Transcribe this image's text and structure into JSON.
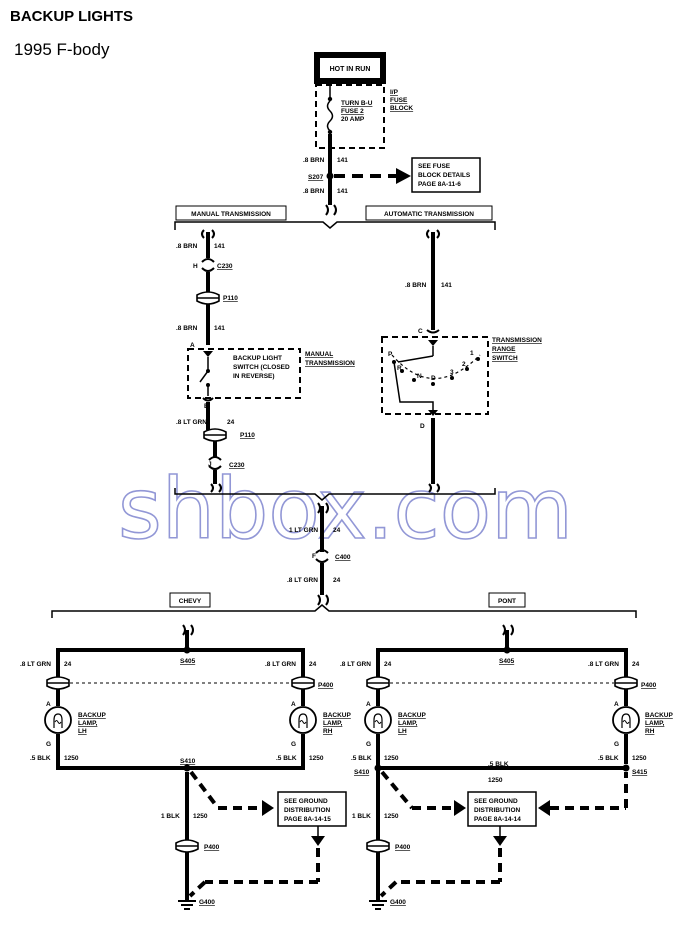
{
  "header": {
    "title": "BACKUP LIGHTS",
    "subtitle": "1995 F-body"
  },
  "watermark": "shbox.com",
  "labels": {
    "hot_in_run": "HOT IN RUN",
    "fuse_block": [
      "I/P",
      "FUSE",
      "BLOCK"
    ],
    "fuse": [
      "TURN B-U",
      "FUSE 2",
      "20 AMP"
    ],
    "wire_8brn": ".8 BRN",
    "circuit_141": "141",
    "s207": "S207",
    "see_fuse": [
      "SEE FUSE",
      "BLOCK DETAILS",
      "PAGE 8A-11-6"
    ],
    "manual_transmission": "MANUAL TRANSMISSION",
    "automatic_transmission": "AUTOMATIC TRANSMISSION",
    "pin_h": "H",
    "c230": "C230",
    "p110": "P110",
    "pin_a": "A",
    "backup_switch": [
      "BACKUP LIGHT",
      "SWITCH (CLOSED",
      "IN REVERSE)"
    ],
    "manual_trans2": [
      "MANUAL",
      "TRANSMISSION"
    ],
    "pin_b": "B",
    "wire_8ltgrn": ".8 LT GRN",
    "circuit_24": "24",
    "pin_j": "J",
    "pin_c": "C",
    "trans_range": [
      "TRANSMISSION",
      "RANGE",
      "SWITCH"
    ],
    "range_p": "P",
    "range_r": "R",
    "range_n": "N",
    "range_d": "D",
    "range_3": "3",
    "range_2": "2",
    "range_1": "1",
    "pin_d": "D",
    "wire_1ltgrn": "1 LT GRN",
    "pin_f": "F",
    "c400": "C400",
    "chevy": "CHEVY",
    "pont": "PONT",
    "s405": "S405",
    "p400": "P400",
    "backup_lamp_lh": [
      "BACKUP",
      "LAMP,",
      "LH"
    ],
    "backup_lamp_rh": [
      "BACKUP",
      "LAMP,",
      "RH"
    ],
    "pin_g": "G",
    "wire_5blk": ".5 BLK",
    "circuit_1250": "1250",
    "s410": "S410",
    "s415": "S415",
    "wire_1blk": "1 BLK",
    "see_ground_chevy": [
      "SEE GROUND",
      "DISTRIBUTION",
      "PAGE 8A-14-15"
    ],
    "see_ground_pont": [
      "SEE GROUND",
      "DISTRIBUTION",
      "PAGE 8A-14-14"
    ],
    "g400": "G400"
  }
}
